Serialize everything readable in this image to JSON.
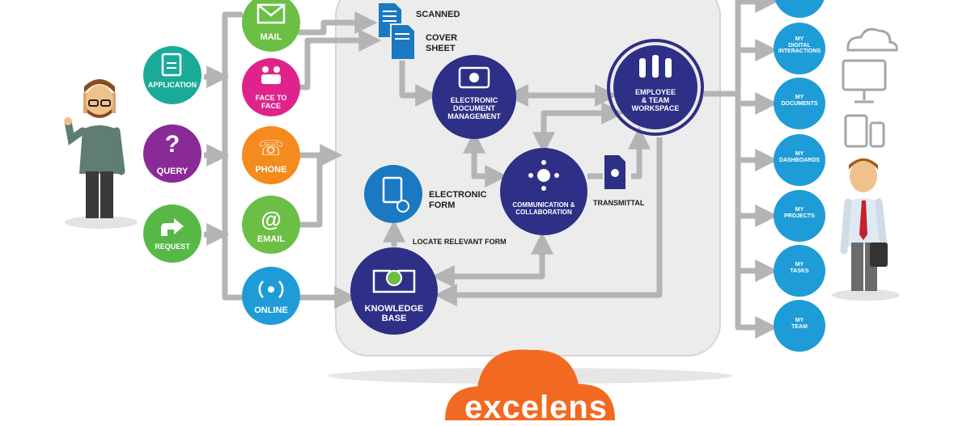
{
  "inputs": {
    "application": "APPLICATION",
    "query": "QUERY",
    "request": "REQUEST"
  },
  "channels": {
    "mail": "MAIL",
    "face_to_face": "FACE TO\nFACE",
    "phone": "PHONE",
    "email": "EMAIL",
    "online": "ONLINE"
  },
  "documents": {
    "scanned": "SCANNED",
    "cover_sheet": "COVER\nSHEET",
    "electronic_form": "ELECTRONIC\nFORM",
    "locate_form": "LOCATE RELEVANT FORM",
    "transmittal": "TRANSMITTAL"
  },
  "hubs": {
    "edm": "ELECTRONIC\nDOCUMENT\nMANAGEMENT",
    "workspace": "EMPLOYEE\n& TEAM\nWORKSPACE",
    "collab": "COMMUNICATION &\nCOLLABORATION",
    "kb": "KNOWLEDGE\nBASE"
  },
  "outputs": {
    "digital": "MY\nDIGITAL\nINTERACTIONS",
    "documents": "MY\nDOCUMENTS",
    "dashboards": "MY\nDASHBOARDS",
    "projects": "MY\nPROJECTS",
    "tasks": "MY\nTASKS",
    "team": "MY\nTEAM"
  },
  "brand": {
    "logo_text": "excelens"
  },
  "colors": {
    "teal": "#1aaa98",
    "purple": "#8a2a96",
    "green": "#58b847",
    "channel_green": "#6cbf45",
    "pink": "#e0238a",
    "orange": "#f58a1f",
    "sky": "#1e9cd7",
    "navy": "#2e2f86",
    "doc_blue": "#1b79c2",
    "cloud_orange": "#f26a22",
    "panel_gray": "#ececec"
  }
}
